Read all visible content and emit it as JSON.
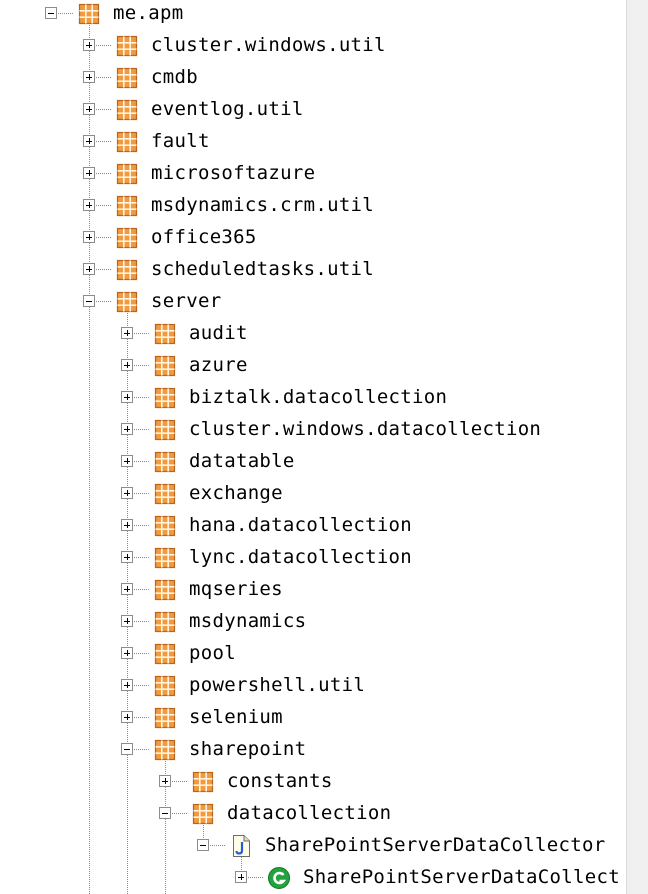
{
  "tree": {
    "nodes": [
      {
        "label": "me.apm",
        "type": "package",
        "depth": 0,
        "state": "expanded"
      },
      {
        "label": "cluster.windows.util",
        "type": "package",
        "depth": 1,
        "state": "collapsed"
      },
      {
        "label": "cmdb",
        "type": "package",
        "depth": 1,
        "state": "collapsed"
      },
      {
        "label": "eventlog.util",
        "type": "package",
        "depth": 1,
        "state": "collapsed"
      },
      {
        "label": "fault",
        "type": "package",
        "depth": 1,
        "state": "collapsed"
      },
      {
        "label": "microsoftazure",
        "type": "package",
        "depth": 1,
        "state": "collapsed"
      },
      {
        "label": "msdynamics.crm.util",
        "type": "package",
        "depth": 1,
        "state": "collapsed"
      },
      {
        "label": "office365",
        "type": "package",
        "depth": 1,
        "state": "collapsed"
      },
      {
        "label": "scheduledtasks.util",
        "type": "package",
        "depth": 1,
        "state": "collapsed"
      },
      {
        "label": "server",
        "type": "package",
        "depth": 1,
        "state": "expanded"
      },
      {
        "label": "audit",
        "type": "package",
        "depth": 2,
        "state": "collapsed"
      },
      {
        "label": "azure",
        "type": "package",
        "depth": 2,
        "state": "collapsed"
      },
      {
        "label": "biztalk.datacollection",
        "type": "package",
        "depth": 2,
        "state": "collapsed"
      },
      {
        "label": "cluster.windows.datacollection",
        "type": "package",
        "depth": 2,
        "state": "collapsed"
      },
      {
        "label": "datatable",
        "type": "package",
        "depth": 2,
        "state": "collapsed"
      },
      {
        "label": "exchange",
        "type": "package",
        "depth": 2,
        "state": "collapsed"
      },
      {
        "label": "hana.datacollection",
        "type": "package",
        "depth": 2,
        "state": "collapsed"
      },
      {
        "label": "lync.datacollection",
        "type": "package",
        "depth": 2,
        "state": "collapsed"
      },
      {
        "label": "mqseries",
        "type": "package",
        "depth": 2,
        "state": "collapsed"
      },
      {
        "label": "msdynamics",
        "type": "package",
        "depth": 2,
        "state": "collapsed"
      },
      {
        "label": "pool",
        "type": "package",
        "depth": 2,
        "state": "collapsed"
      },
      {
        "label": "powershell.util",
        "type": "package",
        "depth": 2,
        "state": "collapsed"
      },
      {
        "label": "selenium",
        "type": "package",
        "depth": 2,
        "state": "collapsed"
      },
      {
        "label": "sharepoint",
        "type": "package",
        "depth": 2,
        "state": "expanded"
      },
      {
        "label": "constants",
        "type": "package",
        "depth": 3,
        "state": "collapsed"
      },
      {
        "label": "datacollection",
        "type": "package",
        "depth": 3,
        "state": "expanded"
      },
      {
        "label": "SharePointServerDataCollector",
        "type": "java-file",
        "depth": 4,
        "state": "expanded"
      },
      {
        "label": "SharePointServerDataCollect",
        "type": "class",
        "depth": 5,
        "state": "collapsed"
      }
    ]
  },
  "colors": {
    "package_fill": "#f39a3c",
    "package_line": "#b5651d",
    "class_badge": "#22a33d",
    "java_file_letter": "#1f5fd6",
    "tree_line": "#8a8a8a"
  }
}
